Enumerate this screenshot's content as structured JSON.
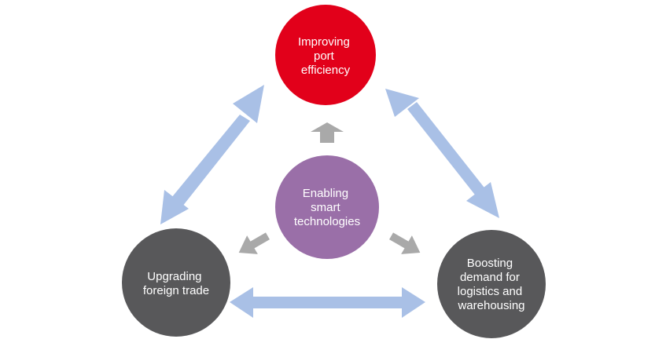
{
  "colors": {
    "top_node": "#e2001a",
    "center_node": "#9a6fa8",
    "side_nodes": "#58585a",
    "double_arrows": "#a9c0e6",
    "gray_arrows": "#a9a9a9",
    "label_text": "#ffffff"
  },
  "nodes": {
    "top": {
      "lines": [
        "Improving",
        "port",
        "efficiency"
      ]
    },
    "center": {
      "lines": [
        "Enabling",
        "smart",
        "technologies"
      ]
    },
    "left": {
      "lines": [
        "Upgrading",
        "foreign trade"
      ]
    },
    "right": {
      "lines": [
        "Boosting",
        "demand for",
        "logistics and",
        "warehousing"
      ]
    }
  }
}
